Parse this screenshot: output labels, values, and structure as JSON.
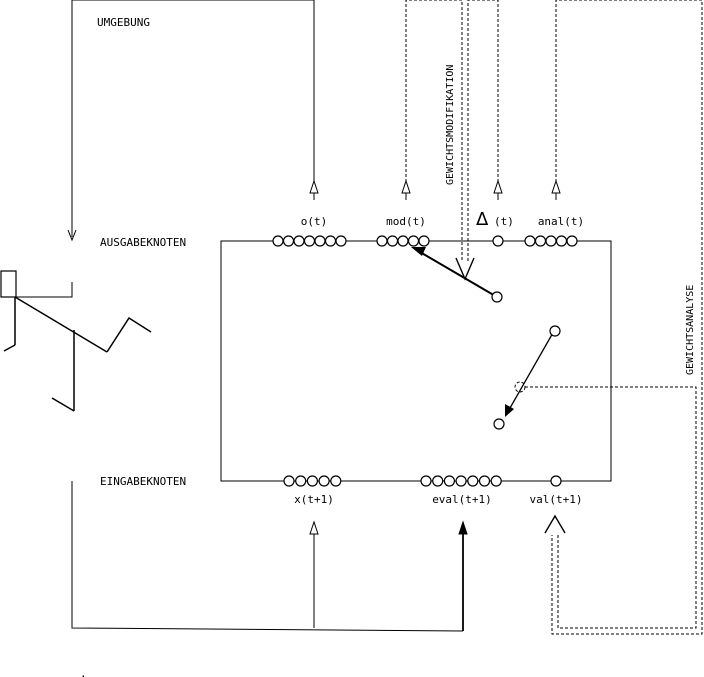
{
  "labels": {
    "environment": "UMGEBUNG",
    "output_nodes": "AUSGABEKNOTEN",
    "input_nodes": "EINGABEKNOTEN",
    "weight_modification": "GEWICHTSMODIFIKATION",
    "weight_analysis": "GEWICHTSANALYSE",
    "delta_symbol": "Δ",
    "delta_suffix": "(t)"
  },
  "outputs": [
    {
      "label": "o(t)",
      "nodes": 7
    },
    {
      "label": "mod(t)",
      "nodes": 5
    },
    {
      "label": "",
      "nodes": 1
    },
    {
      "label": "anal(t)",
      "nodes": 5
    }
  ],
  "inputs": [
    {
      "label": "x(t+1)",
      "nodes": 5
    },
    {
      "label": "eval(t+1)",
      "nodes": 7
    },
    {
      "label": "val(t+1)",
      "nodes": 1
    }
  ],
  "footer_dot": "."
}
